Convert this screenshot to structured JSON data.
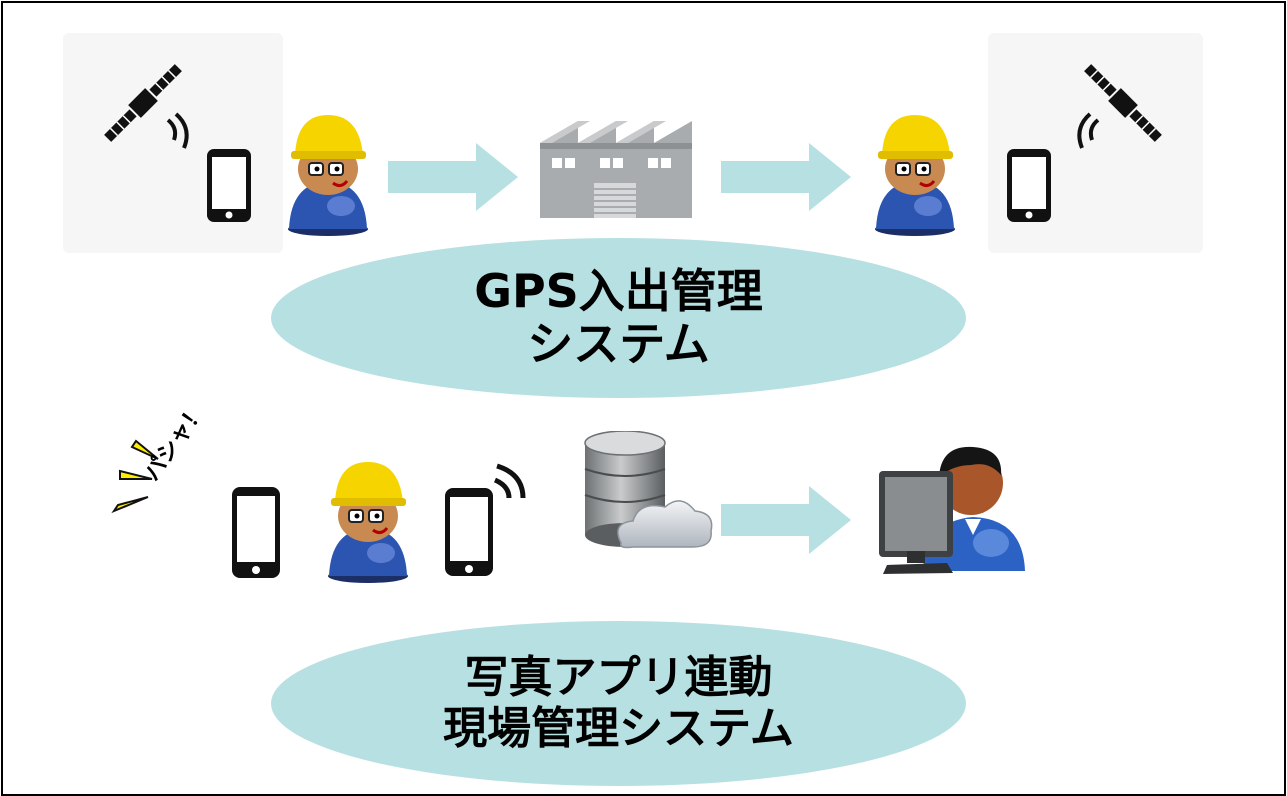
{
  "gps_system": {
    "title_line1": "GPS入出管理",
    "title_line2": "システム"
  },
  "photo_system": {
    "title_line1": "写真アプリ連動",
    "title_line2": "現場管理システム",
    "shutter_sound": "パシャ！"
  },
  "colors": {
    "ellipse_fill": "#b7e0e2",
    "arrow_fill": "#b7e0e2",
    "helmet": "#f5d400",
    "worker_suit": "#2b55b0",
    "phone": "#111111",
    "factory": "#a9acae"
  },
  "icons": [
    "satellite-icon",
    "smartphone-icon",
    "worker-icon",
    "factory-icon",
    "arrow-right-icon",
    "database-cloud-icon",
    "operator-pc-icon",
    "camera-flash-icon"
  ]
}
